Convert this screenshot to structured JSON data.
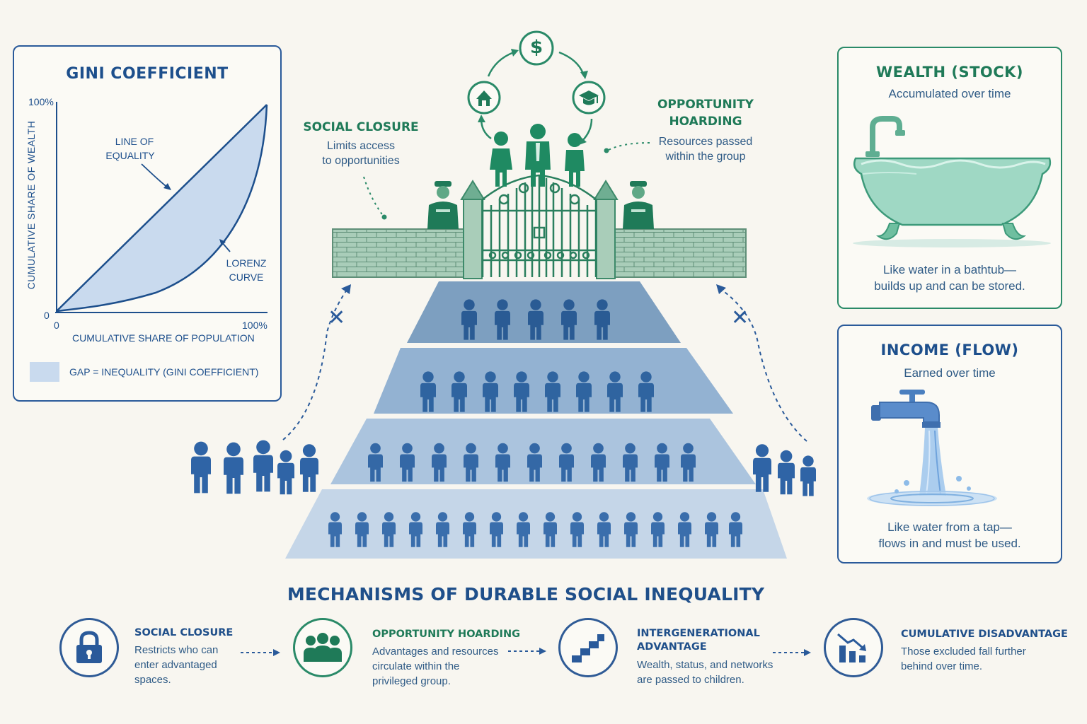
{
  "gini": {
    "title": "GINI COEFFICIENT",
    "y_axis_label": "CUMULATIVE SHARE OF WEALTH",
    "x_axis_label": "CUMULATIVE SHARE OF POPULATION",
    "y_top": "100%",
    "y_zero": "0",
    "x_zero": "0",
    "x_right": "100%",
    "equality_label_1": "LINE OF",
    "equality_label_2": "EQUALITY",
    "lorenz_label_1": "LORENZ",
    "lorenz_label_2": "CURVE",
    "legend": "GAP = INEQUALITY (GINI COEFFICIENT)"
  },
  "center": {
    "social_closure_title": "SOCIAL CLOSURE",
    "social_closure_desc_1": "Limits access",
    "social_closure_desc_2": "to opportunities",
    "hoarding_title_1": "OPPORTUNITY",
    "hoarding_title_2": "HOARDING",
    "hoarding_desc_1": "Resources passed",
    "hoarding_desc_2": "within the group",
    "cycle_icons": [
      "dollar-icon",
      "house-icon",
      "graduation-cap-icon"
    ],
    "blocked_symbol": "✕"
  },
  "wealth": {
    "title": "WEALTH (STOCK)",
    "subtitle": "Accumulated over time",
    "note_1": "Like water in a bathtub—",
    "note_2": "builds up and can be stored."
  },
  "income": {
    "title": "INCOME (FLOW)",
    "subtitle": "Earned over time",
    "note_1": "Like water from a tap—",
    "note_2": "flows in and must be used."
  },
  "mechanisms": {
    "heading": "MECHANISMS OF DURABLE SOCIAL INEQUALITY",
    "items": [
      {
        "title_1": "SOCIAL CLOSURE",
        "title_2": "",
        "desc_1": "Restricts who can",
        "desc_2": "enter advantaged",
        "desc_3": "spaces.",
        "icon": "lock-icon"
      },
      {
        "title_1": "OPPORTUNITY HOARDING",
        "title_2": "",
        "desc_1": "Advantages and resources",
        "desc_2": "circulate within the",
        "desc_3": "privileged group.",
        "icon": "group-icon"
      },
      {
        "title_1": "INTERGENERATIONAL",
        "title_2": "ADVANTAGE",
        "desc_1": "Wealth, status, and networks",
        "desc_2": "are passed to children.",
        "desc_3": "",
        "icon": "stairs-icon"
      },
      {
        "title_1": "CUMULATIVE DISADVANTAGE",
        "title_2": "",
        "desc_1": "Those excluded fall further",
        "desc_2": "behind over time.",
        "desc_3": "",
        "icon": "declining-chart-icon"
      }
    ]
  },
  "colors": {
    "blue": "#2a5a9a",
    "green": "#2a8a68",
    "tier_top": "#7d9fc0",
    "tier_bottom": "#c5d6e8"
  }
}
